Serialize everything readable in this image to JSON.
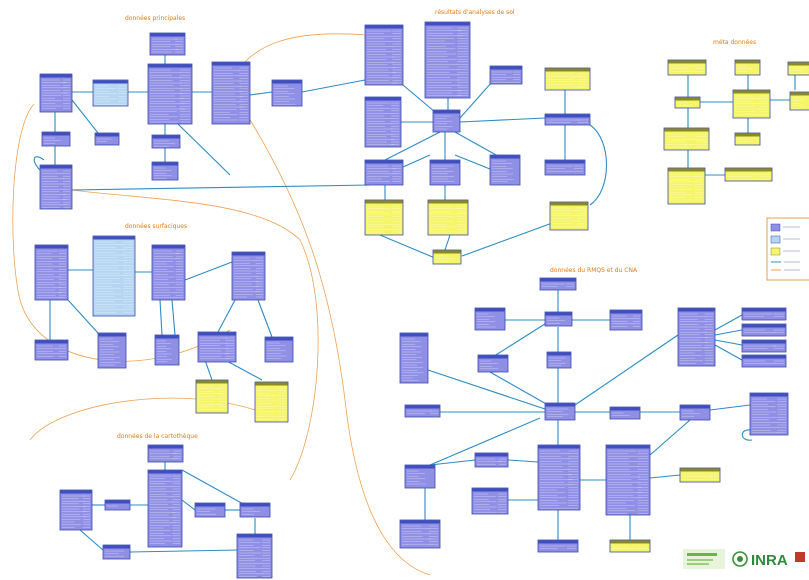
{
  "groups": {
    "principales": "données principales",
    "resultats_sol": "résultats d'analyses de sol",
    "meta": "méta données",
    "surfaciques": "données surfaciques",
    "profils": "données du RMQS et du CNA",
    "carto": "données de la cartothèque"
  },
  "colors": {
    "table_fill": "#8f8fe6",
    "table_head": "#3f4fbf",
    "table_light": "#b5d6f2",
    "table_yellow": "#f5f56a",
    "table_yellow_head": "#8a8a1e",
    "edge": "#2b8cc4",
    "zone": "#f0a050",
    "label": "#e07a12"
  },
  "logos": {
    "inra": "INRA"
  }
}
